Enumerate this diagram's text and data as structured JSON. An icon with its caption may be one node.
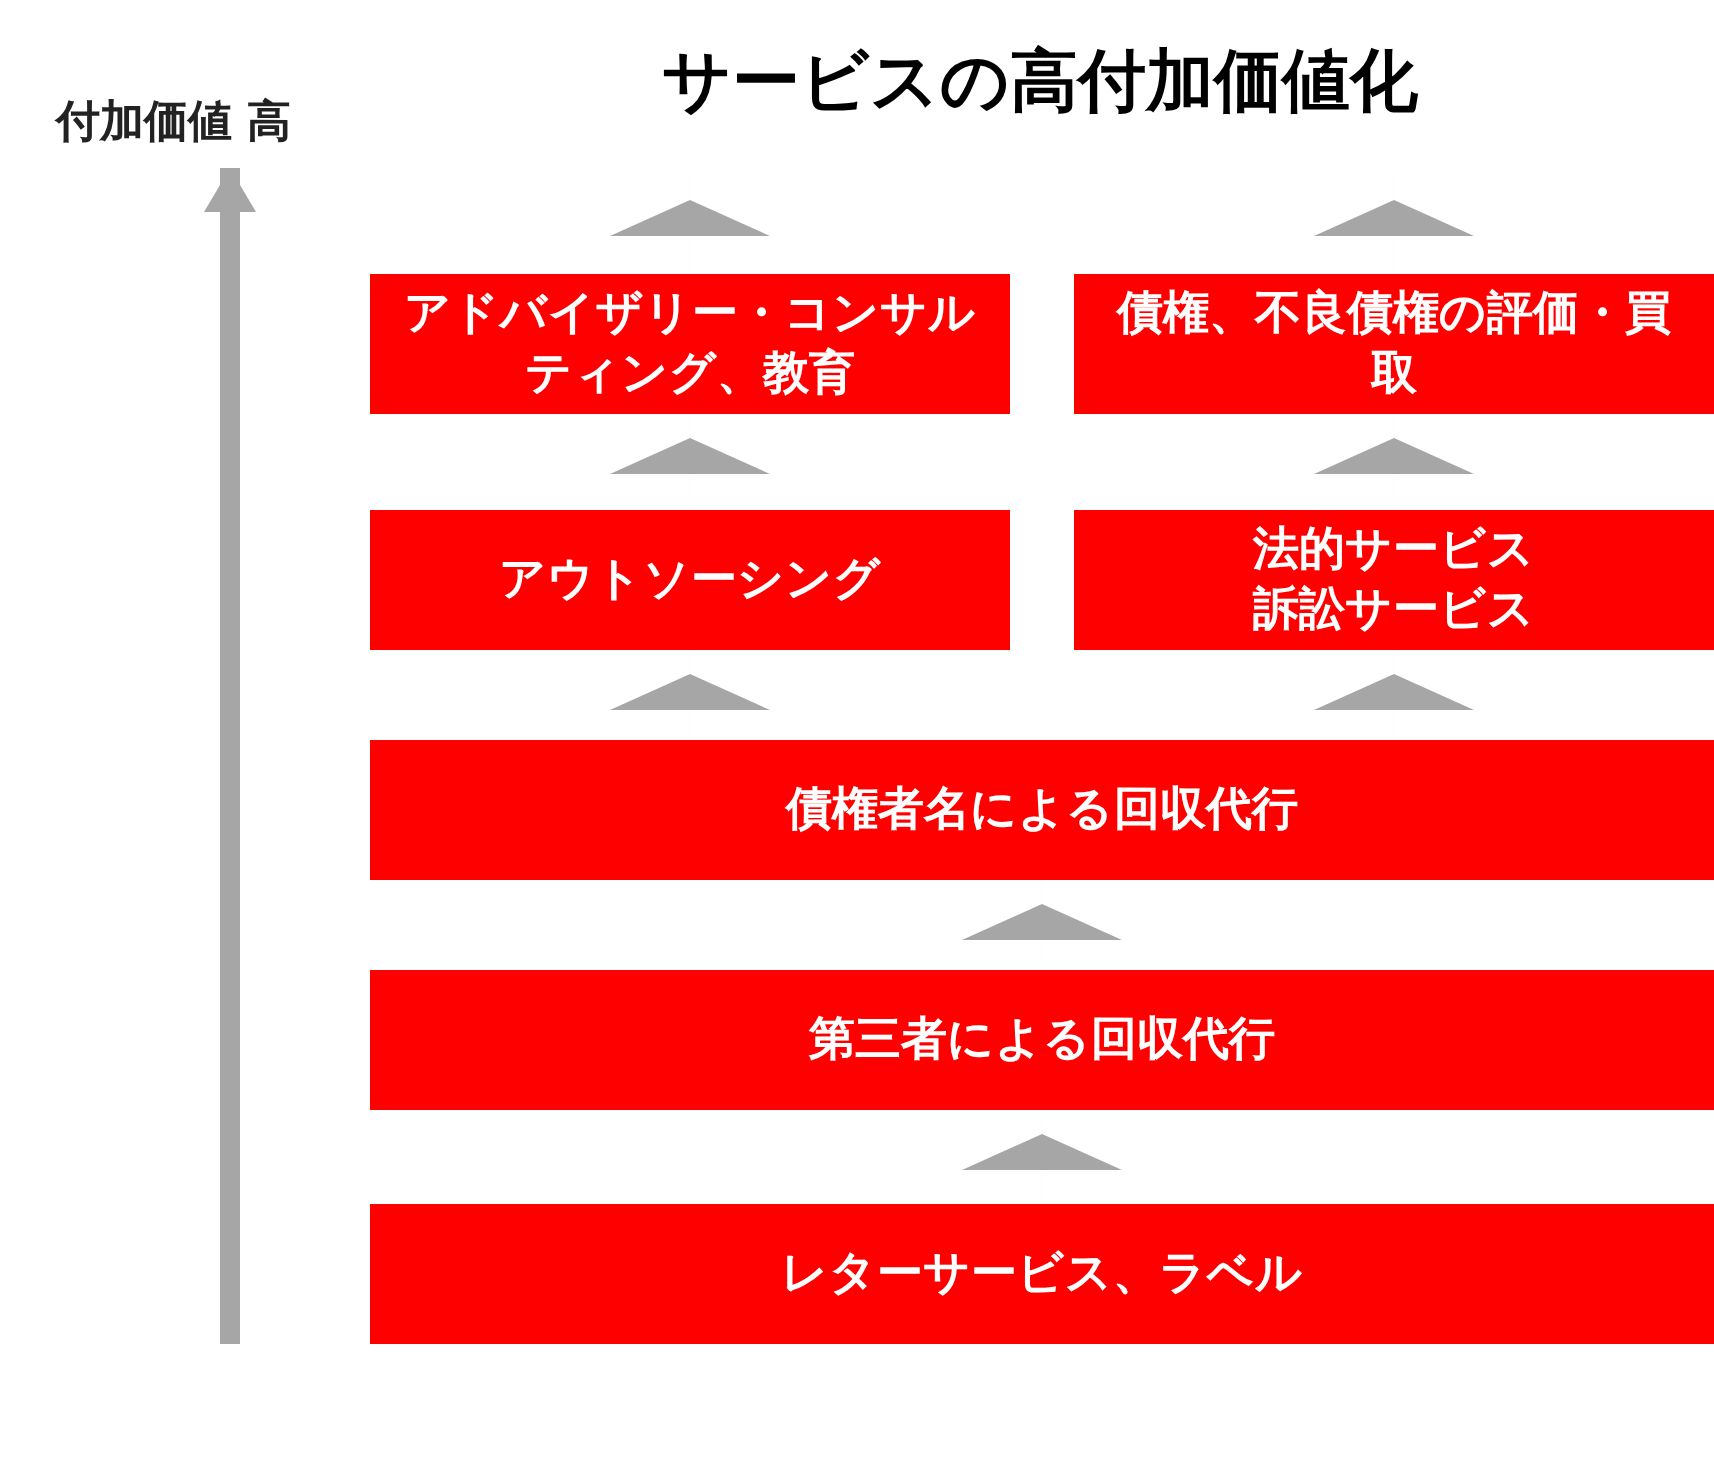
{
  "diagram": {
    "title": "サービスの高付加価値化",
    "nodes": [
      {
        "text": [
          "アドバイザリー・コンサルティング、教育"
        ]
      },
      {
        "text": [
          "債権、不良債権の評価・買取"
        ]
      },
      {
        "text": [
          "アウトソーシング"
        ]
      },
      {
        "text": [
          "法的サービス",
          "訴訟サービス"
        ]
      },
      {
        "text": [
          "債権者名による回収代行"
        ]
      },
      {
        "text": [
          "第三者による回収代行"
        ]
      },
      {
        "text": [
          "レターサービス、ラベル"
        ]
      }
    ],
    "edges": [
      {
        "from": 6,
        "to": 5,
        "arrow": "to"
      },
      {
        "from": 5,
        "to": 4,
        "arrow": "to"
      },
      {
        "from": 4,
        "to": 2,
        "arrow": "to"
      },
      {
        "from": 4,
        "to": 3,
        "arrow": "to"
      },
      {
        "from": 2,
        "to": 0,
        "arrow": "to"
      },
      {
        "from": 3,
        "to": 1,
        "arrow": "to"
      },
      {
        "from": 0,
        "to": null,
        "arrow": "to"
      },
      {
        "from": 1,
        "to": null,
        "arrow": "to"
      }
    ],
    "labels": [
      "付加価値 高"
    ]
  }
}
